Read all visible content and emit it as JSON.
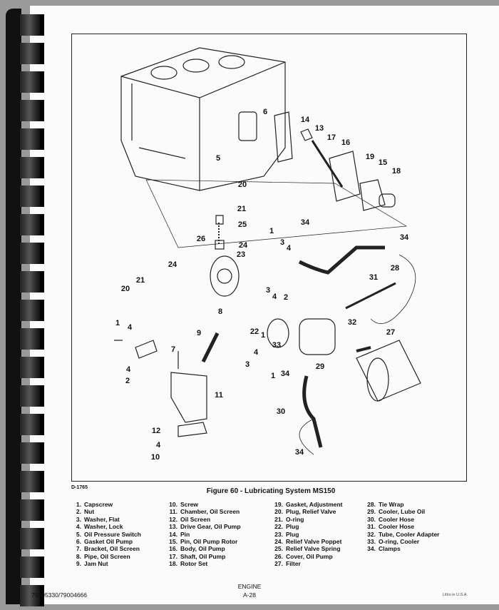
{
  "figure": {
    "code": "D-1765",
    "title": "Figure 60 - Lubricating System MS150"
  },
  "diagram": {
    "callouts": [
      "6",
      "14",
      "13",
      "17",
      "16",
      "19",
      "15",
      "18",
      "5",
      "20",
      "21",
      "25",
      "1",
      "34",
      "3",
      "4",
      "26",
      "24",
      "23",
      "34",
      "28",
      "31",
      "21",
      "24",
      "3",
      "4",
      "2",
      "20",
      "8",
      "1",
      "4",
      "22",
      "1",
      "33",
      "32",
      "27",
      "9",
      "7",
      "29",
      "3",
      "4",
      "1",
      "34",
      "4",
      "2",
      "11",
      "30",
      "12",
      "4",
      "10",
      "34"
    ]
  },
  "parts": [
    [
      {
        "n": "1.",
        "t": "Capscrew"
      },
      {
        "n": "2.",
        "t": "Nut"
      },
      {
        "n": "3.",
        "t": "Washer, Flat"
      },
      {
        "n": "4.",
        "t": "Washer, Lock"
      },
      {
        "n": "5.",
        "t": "Oil Pressure Switch"
      },
      {
        "n": "6.",
        "t": "Gasket Oil Pump"
      },
      {
        "n": "7.",
        "t": "Bracket, Oil Screen"
      },
      {
        "n": "8.",
        "t": "Pipe, Oil Screen"
      },
      {
        "n": "9.",
        "t": "Jam Nut"
      }
    ],
    [
      {
        "n": "10.",
        "t": "Screw"
      },
      {
        "n": "11.",
        "t": "Chamber, Oil Screen"
      },
      {
        "n": "12.",
        "t": "Oil Screen"
      },
      {
        "n": "13.",
        "t": "Drive Gear, Oil Pump"
      },
      {
        "n": "14.",
        "t": "Pin"
      },
      {
        "n": "15.",
        "t": "Pin, Oil Pump Rotor"
      },
      {
        "n": "16.",
        "t": "Body, Oil Pump"
      },
      {
        "n": "17.",
        "t": "Shaft, Oil Pump"
      },
      {
        "n": "18.",
        "t": "Rotor Set"
      }
    ],
    [
      {
        "n": "19.",
        "t": "Gasket, Adjustment"
      },
      {
        "n": "20.",
        "t": "Plug, Relief Valve"
      },
      {
        "n": "21.",
        "t": "O-ring"
      },
      {
        "n": "22.",
        "t": "Plug"
      },
      {
        "n": "23.",
        "t": "Plug"
      },
      {
        "n": "24.",
        "t": "Relief Valve Poppet"
      },
      {
        "n": "25.",
        "t": "Relief Valve Spring"
      },
      {
        "n": "26.",
        "t": "Cover, Oil Pump"
      },
      {
        "n": "27.",
        "t": "Filter"
      }
    ],
    [
      {
        "n": "28.",
        "t": "Tie Wrap"
      },
      {
        "n": "29.",
        "t": "Cooler, Lube Oil"
      },
      {
        "n": "30.",
        "t": "Cooler Hose"
      },
      {
        "n": "31.",
        "t": "Cooler Hose"
      },
      {
        "n": "32.",
        "t": "Tube, Cooler Adapter"
      },
      {
        "n": "33.",
        "t": "O-ring, Cooler"
      },
      {
        "n": "34.",
        "t": "Clamps"
      }
    ]
  ],
  "footer": {
    "section": "ENGINE",
    "page": "A-28",
    "part_number": "79005330/79004666",
    "litho": "Litho in U.S.A."
  }
}
